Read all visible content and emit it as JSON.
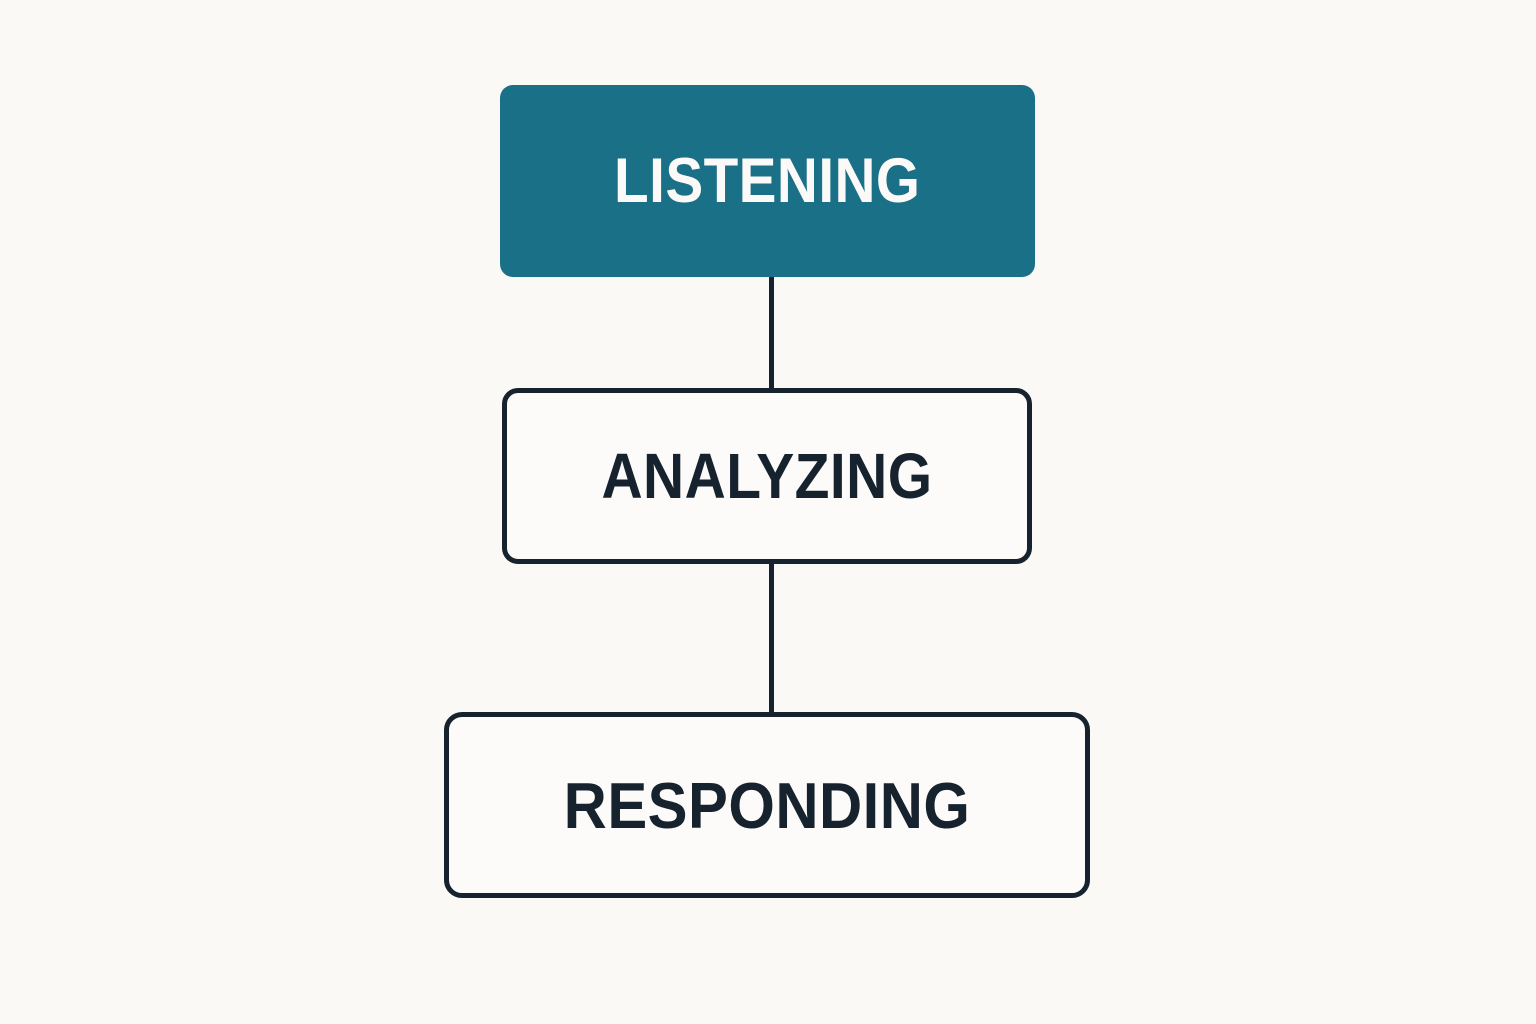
{
  "diagram": {
    "type": "vertical-flowchart",
    "title": "Listening - Analyzing - Responding process flow",
    "background_color": "#faf9f6",
    "orientation": "top-to-bottom",
    "nodes": [
      {
        "id": "listening",
        "label": "LISTENING",
        "style": "filled",
        "fill_color": "#1a7086",
        "text_color": "#fbfaf8",
        "border_color": "none",
        "order": 1
      },
      {
        "id": "analyzing",
        "label": "ANALYZING",
        "style": "outlined",
        "fill_color": "#fcfbf9",
        "text_color": "#16232e",
        "border_color": "#16232e",
        "order": 2
      },
      {
        "id": "responding",
        "label": "RESPONDING",
        "style": "outlined",
        "fill_color": "#fcfbf9",
        "text_color": "#16232e",
        "border_color": "#16232e",
        "order": 3
      }
    ],
    "connectors": [
      {
        "id": "listening-analyzing",
        "from": "listening",
        "to": "analyzing",
        "style": "straight-line",
        "color": "#16232e",
        "arrowhead": "none"
      },
      {
        "id": "analyzing-responding",
        "from": "analyzing",
        "to": "responding",
        "style": "straight-line",
        "color": "#16232e",
        "arrowhead": "none"
      }
    ]
  }
}
